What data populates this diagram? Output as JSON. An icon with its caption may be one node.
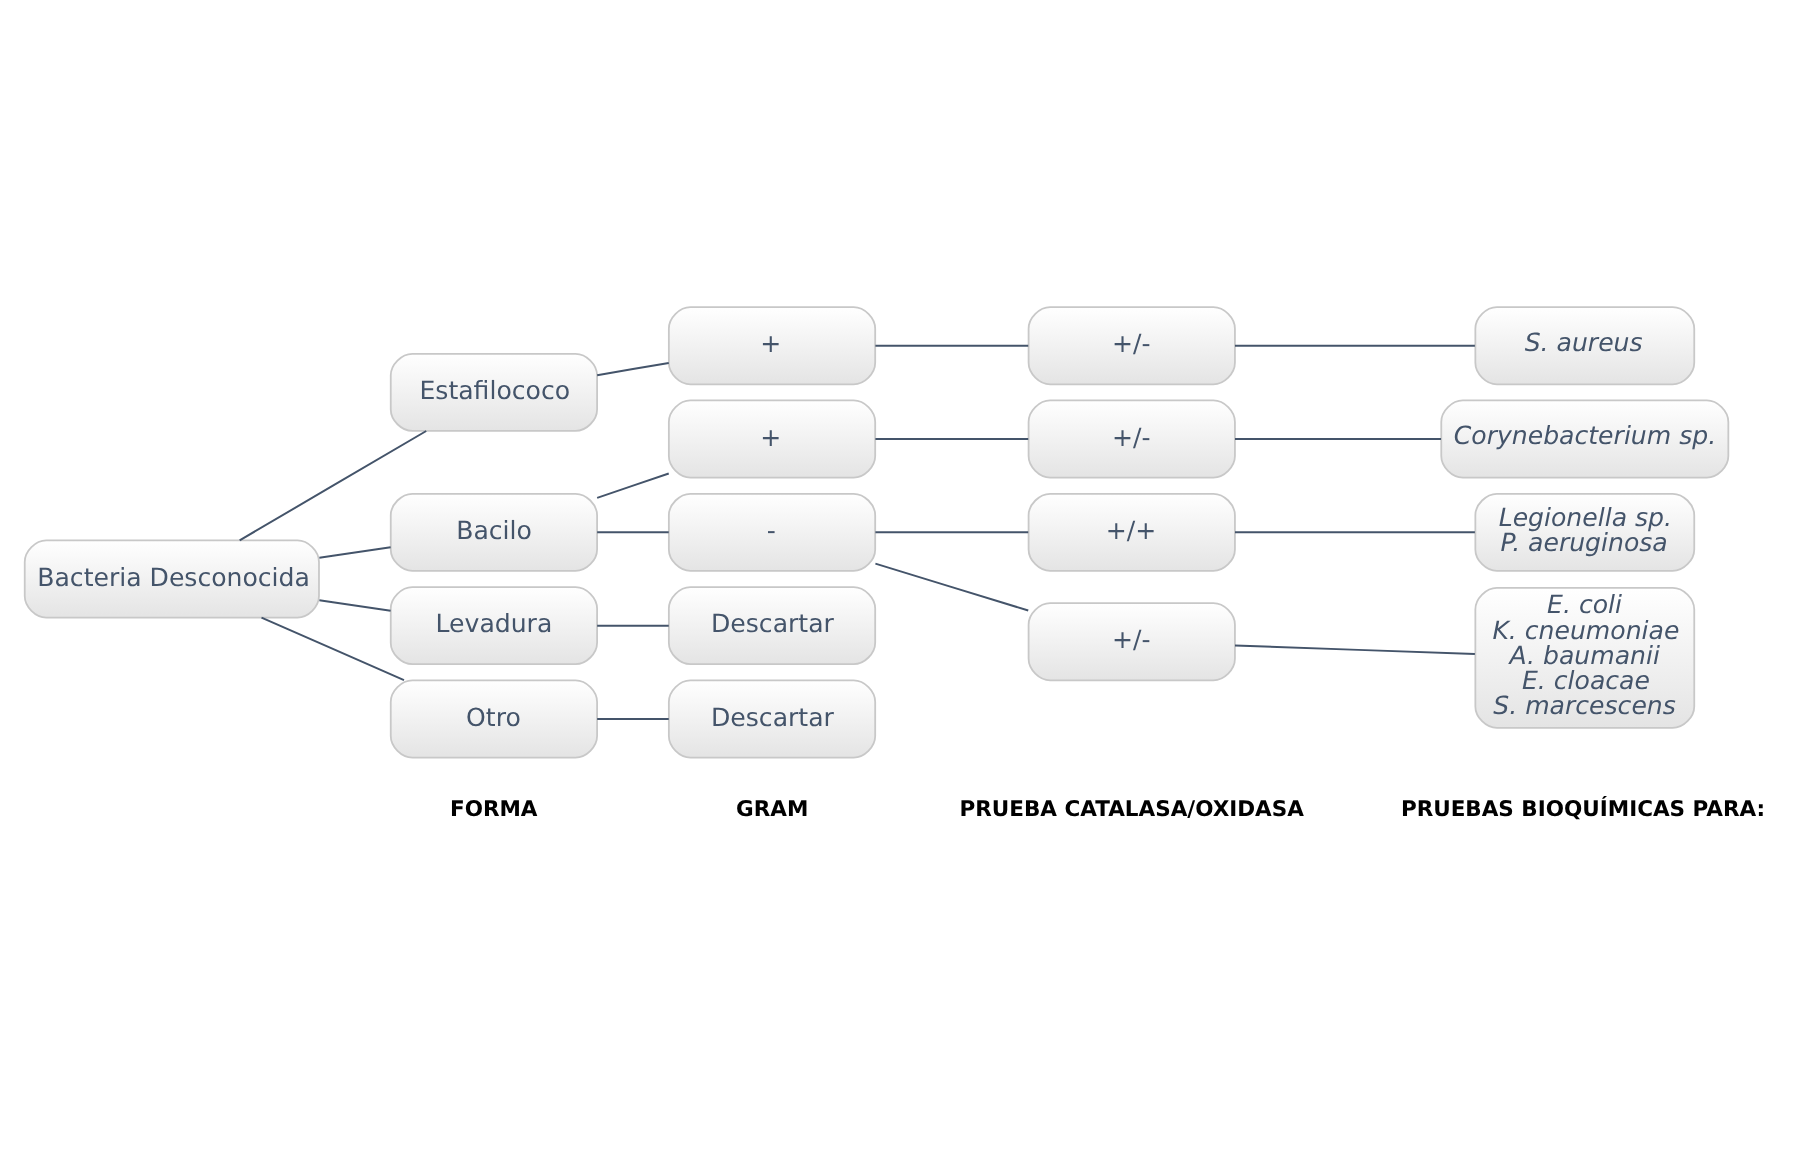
{
  "diagram": {
    "nodes": [
      {
        "text": [
          "Bacteria Desconocida"
        ]
      },
      {
        "text": [
          "Estafilococo"
        ]
      },
      {
        "text": [
          "Bacilo"
        ]
      },
      {
        "text": [
          "Levadura"
        ]
      },
      {
        "text": [
          "Otro"
        ]
      },
      {
        "text": [
          "+"
        ]
      },
      {
        "text": [
          "+"
        ]
      },
      {
        "text": [
          "-"
        ]
      },
      {
        "text": [
          "Descartar"
        ]
      },
      {
        "text": [
          "Descartar"
        ]
      },
      {
        "text": [
          "+/-"
        ]
      },
      {
        "text": [
          "+/-"
        ]
      },
      {
        "text": [
          "+/+"
        ]
      },
      {
        "text": [
          "+/-"
        ]
      },
      {
        "text": [
          "S. aureus"
        ]
      },
      {
        "text": [
          "Corynebacterium sp."
        ]
      },
      {
        "text": [
          "Legionella sp.",
          "P. aeruginosa"
        ]
      },
      {
        "text": [
          "E. coli",
          "K. cneumoniae",
          "A. baumanii",
          "E. cloacae",
          "S. marcescens"
        ]
      }
    ],
    "edges": [
      {
        "from": 0,
        "to": 1,
        "arrow": "none"
      },
      {
        "from": 0,
        "to": 2,
        "arrow": "none"
      },
      {
        "from": 0,
        "to": 3,
        "arrow": "none"
      },
      {
        "from": 0,
        "to": 4,
        "arrow": "none"
      },
      {
        "from": 1,
        "to": 5,
        "arrow": "none"
      },
      {
        "from": 2,
        "to": 6,
        "arrow": "none"
      },
      {
        "from": 2,
        "to": 7,
        "arrow": "none"
      },
      {
        "from": 3,
        "to": 8,
        "arrow": "none"
      },
      {
        "from": 4,
        "to": 9,
        "arrow": "none"
      },
      {
        "from": 5,
        "to": 10,
        "arrow": "none"
      },
      {
        "from": 6,
        "to": 11,
        "arrow": "none"
      },
      {
        "from": 7,
        "to": 12,
        "arrow": "none"
      },
      {
        "from": 7,
        "to": 13,
        "arrow": "none"
      },
      {
        "from": 10,
        "to": 14,
        "arrow": "none"
      },
      {
        "from": 11,
        "to": 15,
        "arrow": "none"
      },
      {
        "from": 12,
        "to": 16,
        "arrow": "none"
      },
      {
        "from": 13,
        "to": 17,
        "arrow": "none"
      }
    ],
    "labels": [
      "FORMA",
      "GRAM",
      "PRUEBA CATALASA/OXIDASA",
      "PRUEBAS BIOQUÍMICAS PARA:"
    ]
  }
}
